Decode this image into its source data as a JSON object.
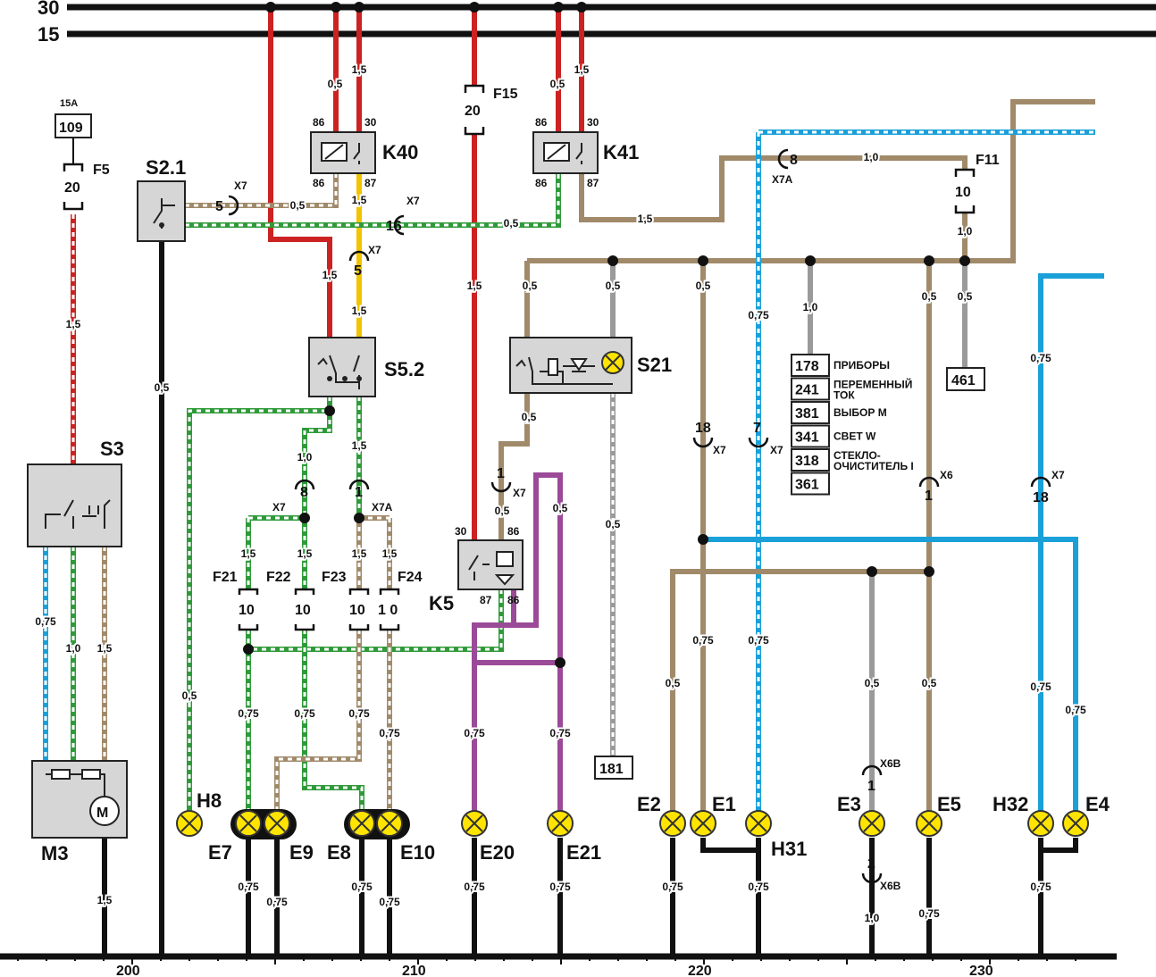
{
  "bus": {
    "b30": "30",
    "b15": "15"
  },
  "scale": {
    "t200": "200",
    "t210": "210",
    "t220": "220",
    "t230": "230"
  },
  "fuse_amp": "15A",
  "codes": {
    "c109": "109",
    "c461": "461",
    "c181": "181"
  },
  "components": {
    "F5": "F5",
    "F15": "F15",
    "F11": "F11",
    "F21": "F21",
    "F22": "F22",
    "F23": "F23",
    "F24": "F24",
    "S21_": "S2.1",
    "S3": "S3",
    "S52": "S5.2",
    "S21": "S21",
    "K40": "K40",
    "K41": "K41",
    "K5": "K5",
    "M3": "M3",
    "M": "M",
    "H8": "H8",
    "H31": "H31",
    "H32": "H32",
    "E1": "E1",
    "E2": "E2",
    "E3": "E3",
    "E4": "E4",
    "E5": "E5",
    "E7": "E7",
    "E8": "E8",
    "E9": "E9",
    "E10": "E10",
    "E20": "E20",
    "E21": "E21"
  },
  "fuse_values": {
    "f5": "20",
    "f15": "20",
    "f11": "10",
    "f21": "10",
    "f22": "10",
    "f23": "10",
    "f24": "1 0"
  },
  "terminals": {
    "t86": "86",
    "t30": "30",
    "t87": "87"
  },
  "connectors": {
    "x7": "X7",
    "x7a": "X7A",
    "x6": "X6",
    "x6b": "X6B",
    "p5": "5",
    "p16": "16",
    "p8": "8",
    "p1": "1",
    "p18": "18",
    "p7": "7",
    "p2": "2"
  },
  "wire_sizes": {
    "w05": "0,5",
    "w15": "1,5",
    "w075": "0,75",
    "w10": "1,0"
  },
  "legend": [
    {
      "code": "178",
      "text": "ПРИБОРЫ",
      "text2": ""
    },
    {
      "code": "241",
      "text": "ПЕРЕМЕННЫЙ",
      "text2": "ТОК"
    },
    {
      "code": "381",
      "text": "ВЫБОР М",
      "text2": ""
    },
    {
      "code": "341",
      "text": "СВЕТ W",
      "text2": ""
    },
    {
      "code": "318",
      "text": "СТЕКЛО-",
      "text2": "ОЧИСТИТЕЛЬ I"
    },
    {
      "code": "361",
      "text": "",
      "text2": ""
    }
  ]
}
